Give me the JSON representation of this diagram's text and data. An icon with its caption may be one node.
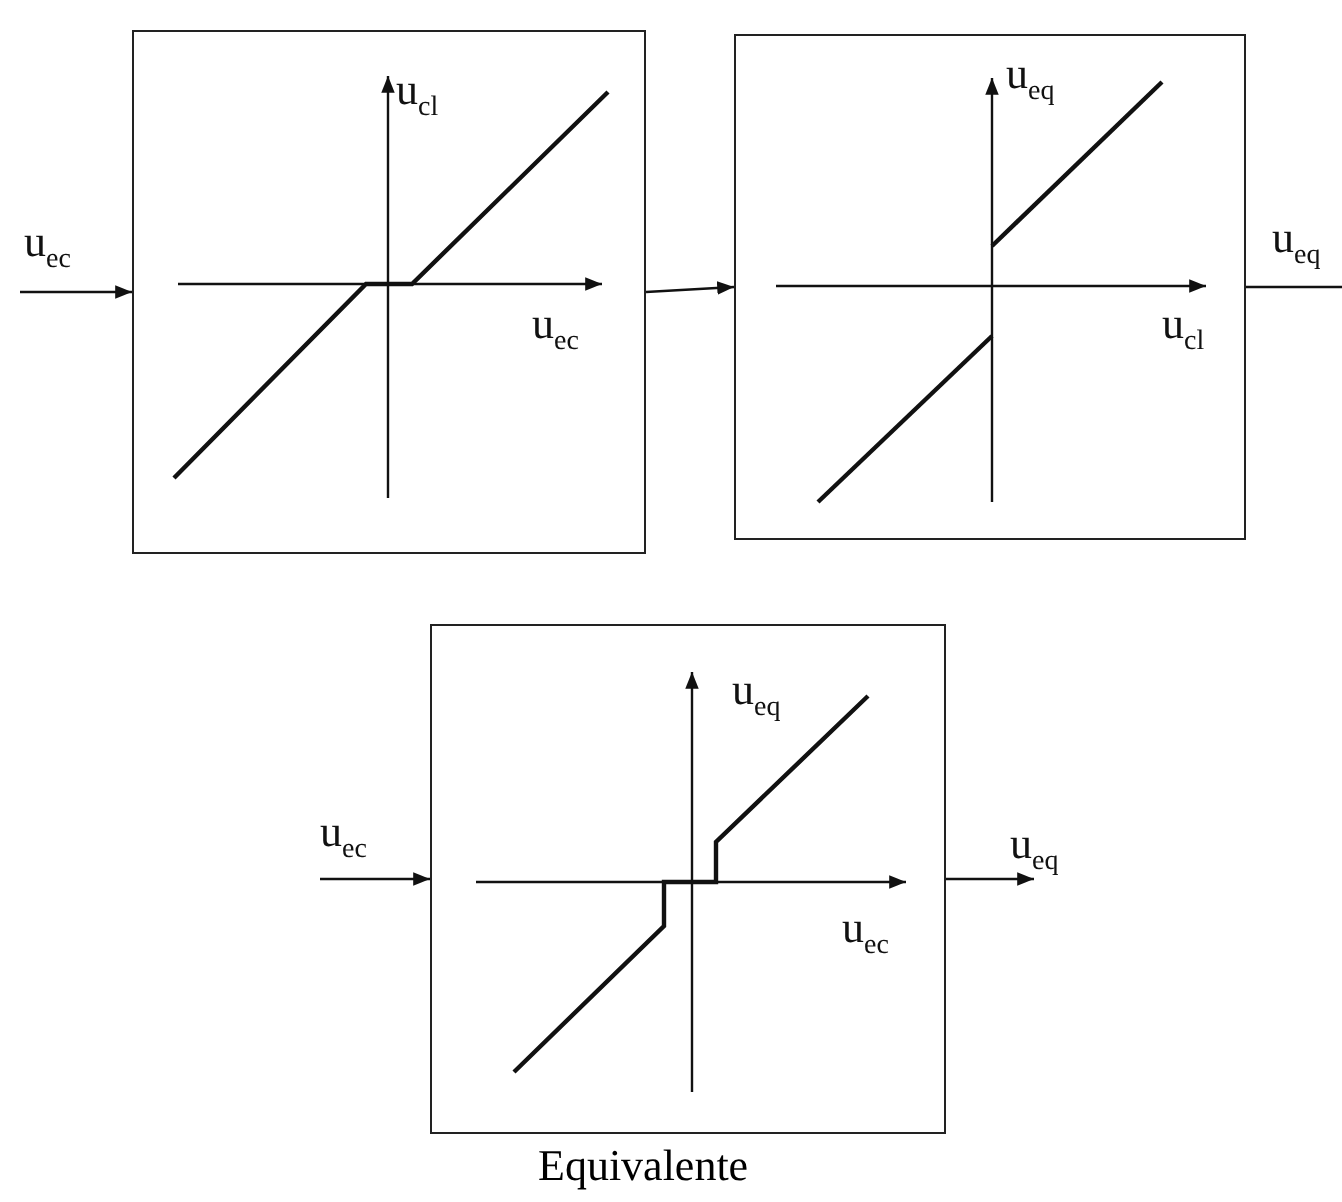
{
  "diagram": {
    "nodes": [
      {
        "text": [
          "u$_{cl}$",
          "u$_{ec}$"
        ]
      },
      {
        "text": [
          "u$_{eq}$",
          "u$_{cl}$"
        ]
      },
      {
        "text": [
          "u$_{eq}$",
          "u$_{ec}$"
        ],
        "beside": [
          "Equivalente"
        ]
      }
    ],
    "edges": [
      {
        "from": null,
        "to": 0,
        "arrow": "to",
        "label": "u$_{ec}$"
      },
      {
        "from": 0,
        "to": 1,
        "arrow": "to"
      },
      {
        "from": 1,
        "to": null,
        "arrow": "none",
        "label": "u$_{eq}$"
      },
      {
        "from": null,
        "to": 2,
        "arrow": "to",
        "label": "u$_{ec}$"
      },
      {
        "from": 2,
        "to": null,
        "arrow": "to",
        "label": "u$_{eq}$"
      }
    ]
  }
}
